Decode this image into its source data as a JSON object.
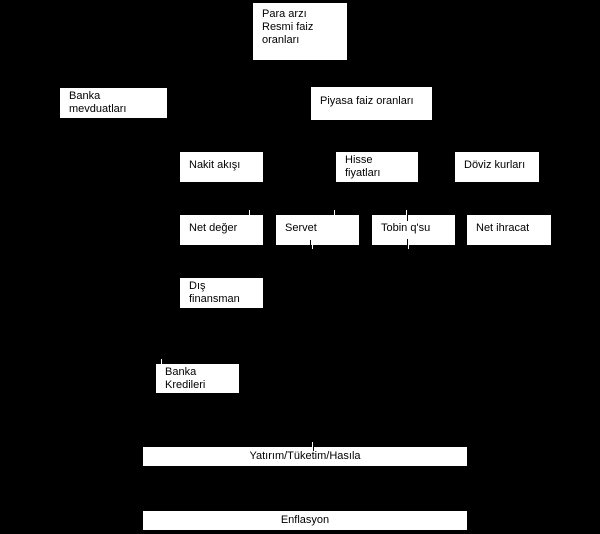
{
  "diagram": {
    "description": "Monetary policy transmission mechanism flowchart (Turkish)",
    "boxes": {
      "para_arzi": {
        "label": "Para arzı\nResmi faiz\noranları"
      },
      "banka_mevduatlari": {
        "label": "Banka\nmevduatları"
      },
      "piyasa_faiz_oranlari": {
        "label": "Piyasa faiz oranları"
      },
      "nakit_akisi": {
        "label": "Nakit akışı"
      },
      "hisse_fiyatlari": {
        "label": "Hisse\nfiyatları"
      },
      "doviz_kurlari": {
        "label": "Döviz kurları"
      },
      "net_deger": {
        "label": "Net değer"
      },
      "servet": {
        "label": "Servet"
      },
      "tobin_qsu": {
        "label": "Tobin q'su"
      },
      "net_ihracat": {
        "label": "Net ihracat"
      },
      "dis_finansman": {
        "label": "Dış\nfinansman"
      },
      "banka_kredileri": {
        "label": "Banka\nKredileri"
      },
      "yatirim_tuketim_hasila": {
        "label": "Yatırım/Tüketim/Hasıla"
      },
      "enflasyon": {
        "label": "Enflasyon"
      }
    },
    "colors": {
      "background": "#000000",
      "box_fill": "#ffffff",
      "box_text": "#000000"
    }
  }
}
